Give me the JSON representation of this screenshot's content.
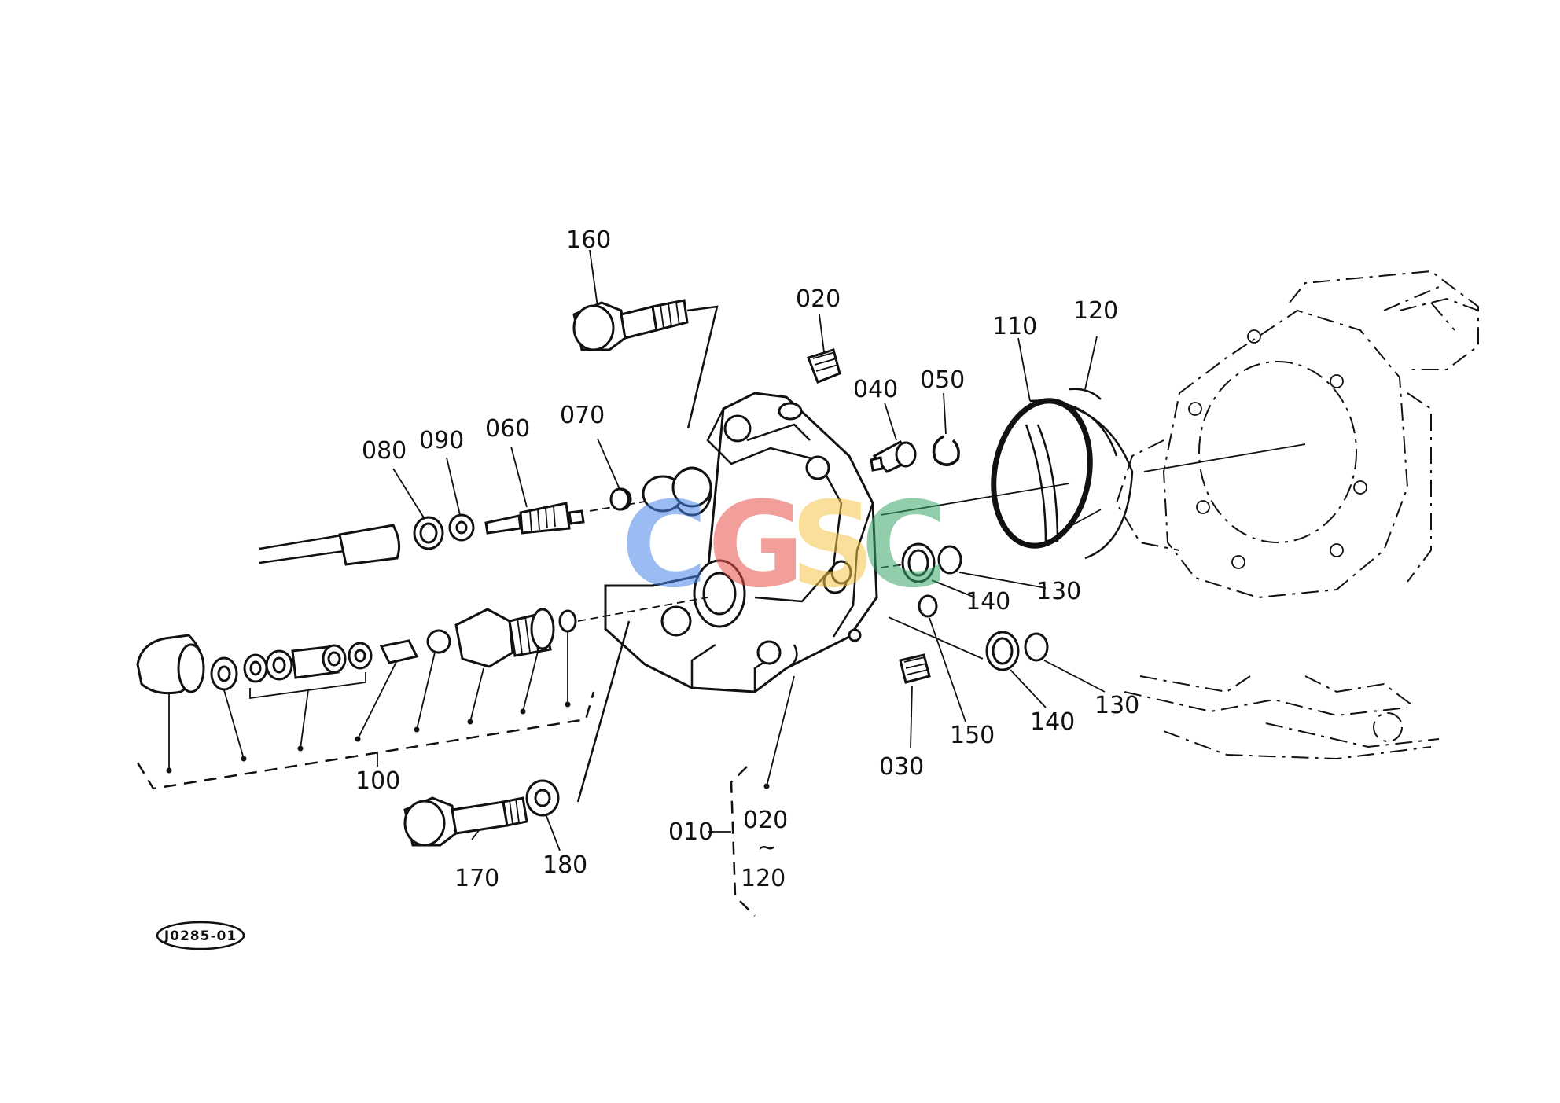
{
  "diagram": {
    "part_labels": {
      "p160": "160",
      "p020a": "020",
      "p040": "040",
      "p050": "050",
      "p110": "110",
      "p120": "120",
      "p070": "070",
      "p060": "060",
      "p090": "090",
      "p080": "080",
      "p140a": "140",
      "p130a": "130",
      "p150": "150",
      "p140b": "140",
      "p130b": "130",
      "p030": "030",
      "p100": "100",
      "p020b": "020",
      "p010": "010",
      "tilde": "~",
      "p120b": "120",
      "p170": "170",
      "p180": "180"
    },
    "drawing_code": "J0285-01",
    "watermark": {
      "letters": [
        "C",
        "G",
        "S",
        "C"
      ],
      "colors": [
        "#4a86e8",
        "#e8504a",
        "#f6c64a",
        "#3aa56a"
      ]
    }
  }
}
